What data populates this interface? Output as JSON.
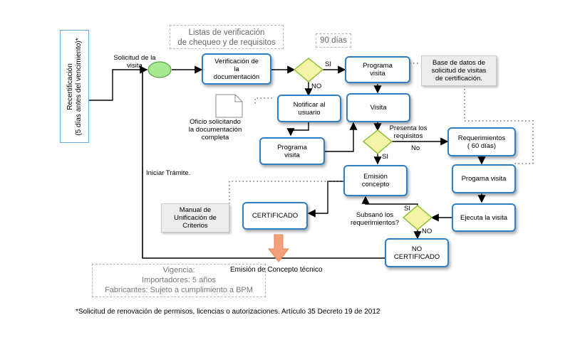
{
  "side_label": {
    "line1": "Recertificación",
    "line2": "(5 días antes del vencimiento)*"
  },
  "annotations": {
    "checklists": "Listas de verificación\nde chequeo y de requisitos",
    "ninety_days": "90 días",
    "solicitud": "Solicitud de la\nvisita",
    "oficio": "Oficio solicitando\nla documentación\ncompleta",
    "iniciar": "Iniciar Trámite.",
    "presenta": "Presenta los\nrequisitos",
    "subsano": "Subsanó los\nrequerimientos?",
    "emision_tecnico": "Emisión de Concepto técnico",
    "footnote": "*Solicitud de renovación de permisos, licencias o autorizaciones. Artículo 35 Decreto 19 de 2012"
  },
  "decisions": {
    "si": "SI",
    "no": "NO",
    "si_lower": "SI",
    "no_lower": "No"
  },
  "boxes": {
    "verificacion": "Verificación de\nla\ndocumentación",
    "programa_visita_top": "Programa\nvisita",
    "notificar": "Notificar al\nusuario",
    "visita": "Visita",
    "programa_visita_left": "Programa\nvisita",
    "requerimientos": "Requerimientos\n( 60 días)",
    "progama_visita": "Progama visita",
    "emision_concepto": "Emisión\nconcepto",
    "certificado": "CERTIFICADO",
    "ejecuta": "Ejecuta la visita",
    "no_certificado": "NO\nCERTIFICADO"
  },
  "notes": {
    "base_datos": "Base de datos de\nsolicitud de visitas\nde certificación.",
    "manual": "Manual de\nUnificación de\nCriterios"
  },
  "vigencia": {
    "title": "Vigencia:",
    "importadores": "Importadores: 5 años",
    "fabricantes": "Fabricantes: Sujeto a cumplimiento a BPM"
  },
  "colors": {
    "box_border": "#2e80c3",
    "start_fill": "#a8e890",
    "decision_fill": "#f4f4a8",
    "decision_border": "#8fc43a",
    "arrow_fill": "#f5a07a",
    "sidebar_border": "#6aa8d8"
  }
}
